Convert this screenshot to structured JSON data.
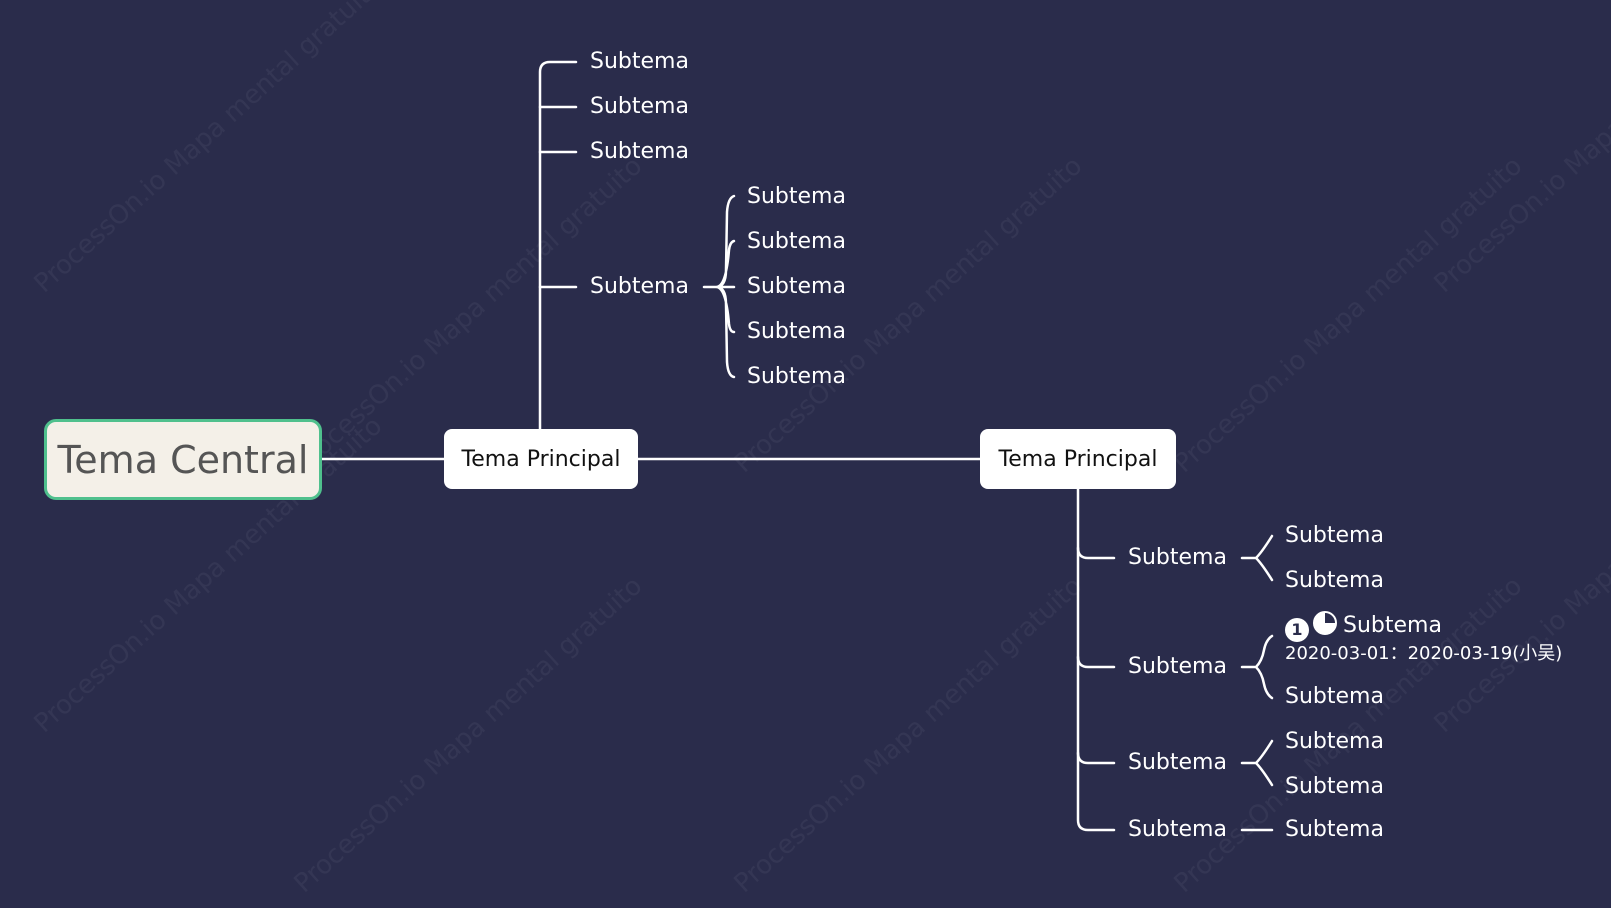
{
  "central": {
    "label": "Tema Central"
  },
  "main_left": {
    "label": "Tema Principal"
  },
  "main_right": {
    "label": "Tema Principal"
  },
  "left_subs": [
    {
      "label": "Subtema"
    },
    {
      "label": "Subtema"
    },
    {
      "label": "Subtema"
    },
    {
      "label": "Subtema",
      "children": [
        "Subtema",
        "Subtema",
        "Subtema",
        "Subtema",
        "Subtema"
      ]
    }
  ],
  "right_subs": [
    {
      "label": "Subtema",
      "children": [
        "Subtema",
        "Subtema"
      ]
    },
    {
      "label": "Subtema",
      "children": [
        "Subtema",
        "Subtema"
      ]
    },
    {
      "label": "Subtema",
      "children": [
        "Subtema",
        "Subtema"
      ]
    },
    {
      "label": "Subtema",
      "children": [
        "Subtema"
      ]
    }
  ],
  "task": {
    "priority": "1",
    "progress_fraction": 0.75,
    "date_range": "2020-03-01：2020-03-19(小吴)"
  },
  "watermark": "ProcessOn.io Mapa mental gratuito",
  "colors": {
    "background": "#2a2c4b",
    "central_fill": "#f4f0e8",
    "central_border": "#4fc08d",
    "main_fill": "#ffffff",
    "line": "#ffffff",
    "text": "#ffffff"
  }
}
